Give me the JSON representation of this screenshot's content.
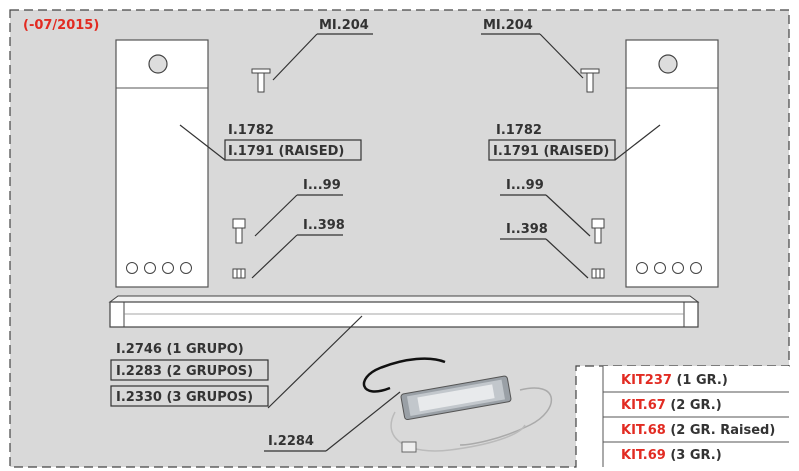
{
  "date_code": "(-07/2015)",
  "labels": {
    "mi204_left": "MI.204",
    "mi204_right": "MI.204",
    "i1782_left": "I.1782",
    "i1791_left": "I.1791 (RAISED)",
    "i1782_right": "I.1782",
    "i1791_right": "I.1791 (RAISED)",
    "i99_left": "I...99",
    "i398_left": "I..398",
    "i99_right": "I...99",
    "i398_right": "I..398",
    "i2746": "I.2746 (1 GRUPO)",
    "i2283": "I.2283 (2 GRUPOS)",
    "i2330": "I.2330 (3 GRUPOS)",
    "i2284": "I.2284"
  },
  "kits": [
    {
      "code": "KIT237",
      "desc": " (1 GR.)"
    },
    {
      "code": "KIT.67",
      "desc": " (2 GR.)"
    },
    {
      "code": "KIT.68",
      "desc": " (2 GR. Raised)"
    },
    {
      "code": "KIT.69",
      "desc": " (3 GR.)"
    }
  ],
  "colors": {
    "background": "#d9d9d9",
    "accent_red": "#e22b22",
    "line": "#333333"
  }
}
